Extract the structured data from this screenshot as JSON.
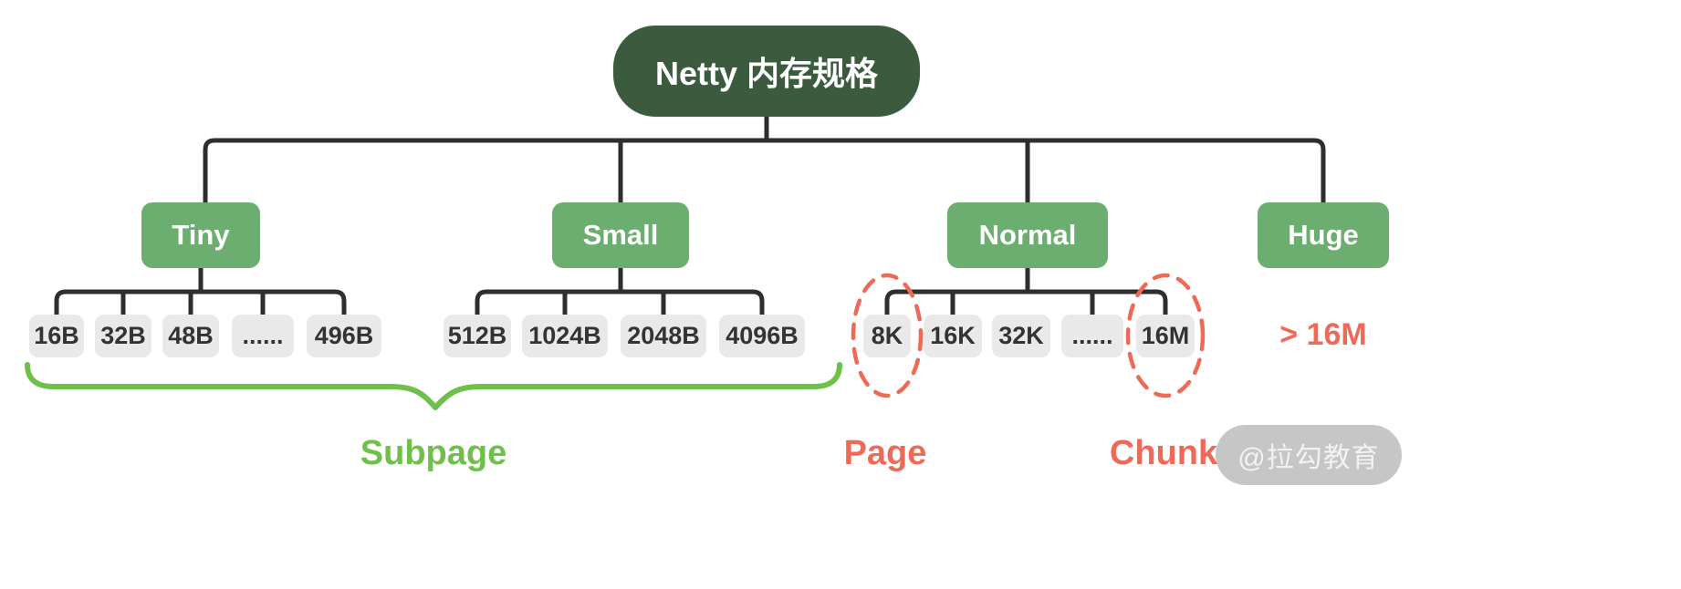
{
  "root": {
    "label": "Netty 内存规格"
  },
  "categories": [
    {
      "label": "Tiny",
      "children": [
        "16B",
        "32B",
        "48B",
        "......",
        "496B"
      ]
    },
    {
      "label": "Small",
      "children": [
        "512B",
        "1024B",
        "2048B",
        "4096B"
      ]
    },
    {
      "label": "Normal",
      "children": [
        "8K",
        "16K",
        "32K",
        "......",
        "16M"
      ]
    },
    {
      "label": "Huge",
      "children": [],
      "value": "> 16M"
    }
  ],
  "annotations": {
    "subpage": "Subpage",
    "page": "Page",
    "chunk": "Chunk"
  },
  "watermark": "@拉勾教育",
  "colors": {
    "root_bg": "#3c5a3d",
    "category_bg": "#6cae6f",
    "leaf_bg": "#e9e9e9",
    "leaf_text": "#333333",
    "line": "#2e2e2e",
    "accent_green": "#6fbf4b",
    "accent_coral": "#ee6a56"
  }
}
